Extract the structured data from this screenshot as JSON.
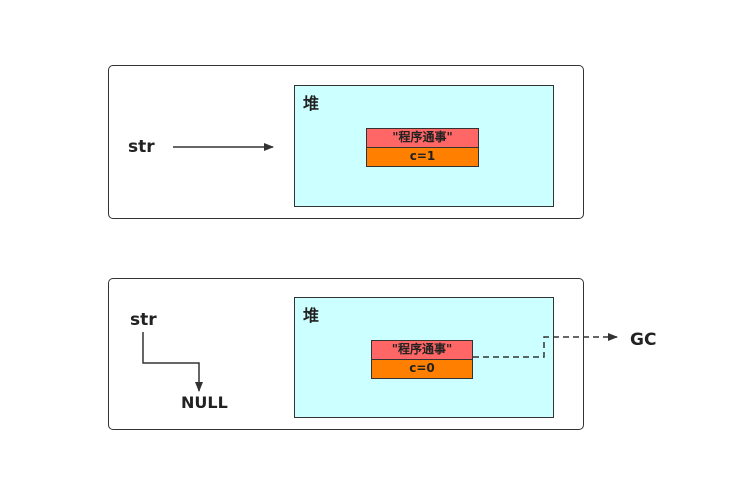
{
  "panel_top": {
    "variable": "str",
    "heap_label": "堆",
    "object": {
      "value": "\"程序通事\"",
      "count": "c=1"
    }
  },
  "panel_bottom": {
    "variable": "str",
    "null_label": "NULL",
    "heap_label": "堆",
    "object": {
      "value": "\"程序通事\"",
      "count": "c=0"
    },
    "gc_label": "GC"
  },
  "colors": {
    "heap_fill": "#ccffff",
    "object_value_fill": "#ff6666",
    "object_count_fill": "#ff7f00",
    "stroke": "#333333"
  }
}
